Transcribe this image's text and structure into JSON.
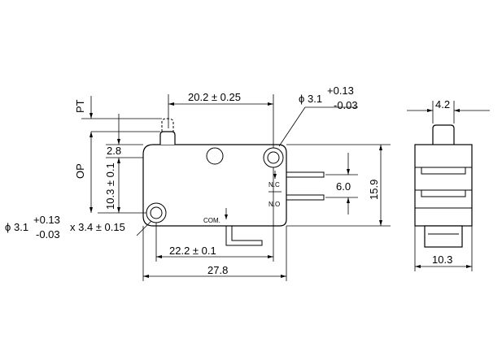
{
  "front_view": {
    "dim_top_hole_spacing": "20.2 ± 0.25",
    "hole_spec_top": {
      "symbol": "ϕ",
      "diameter": "3.1",
      "tol_plus": "+0.13",
      "tol_minus": "-0.03"
    },
    "pt_label": "PT",
    "op_label": "OP",
    "dim_2_8": "2.8",
    "dim_vertical_hole": "10.3 ± 0.1",
    "hole_spec_left": {
      "symbol": "ϕ",
      "diameter": "3.1",
      "tol_plus": "+0.13",
      "tol_minus": "-0.03",
      "slot": "x 3.4 ± 0.15"
    },
    "dim_terminal_pitch": "6.0",
    "dim_height": "15.9",
    "dim_com_position": "22.2 ± 0.1",
    "dim_overall_length": "27.8",
    "terminal_nc": "N.C",
    "terminal_no": "N.O",
    "terminal_com": "COM."
  },
  "side_view": {
    "dim_plunger_width": "4.2",
    "dim_body_width": "10.3"
  }
}
